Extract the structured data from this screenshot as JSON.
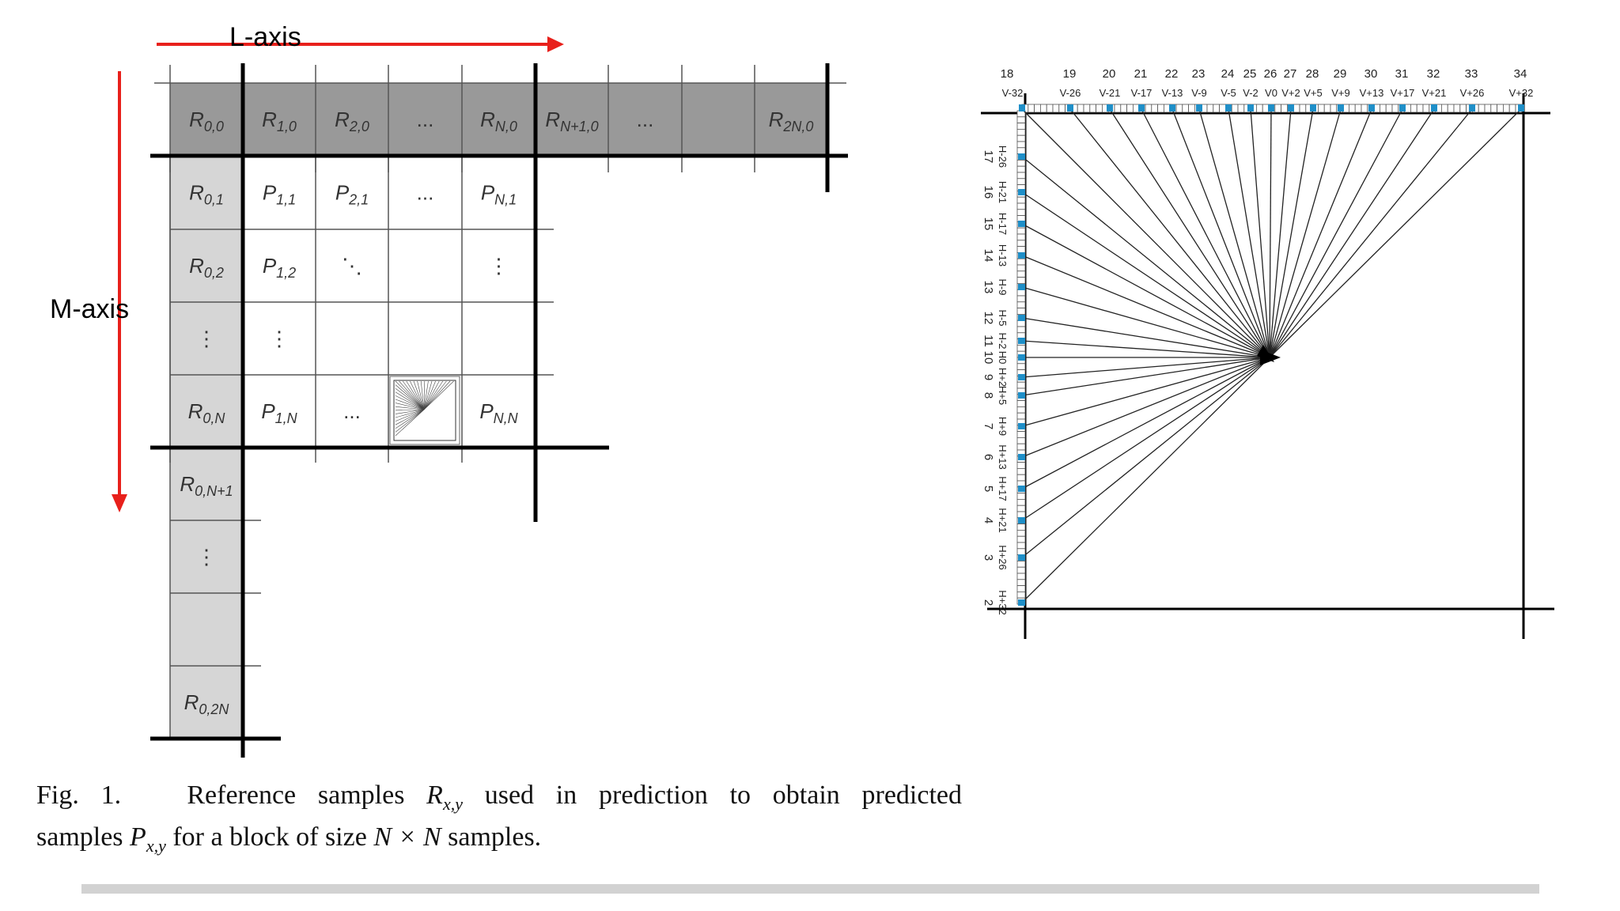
{
  "axes": {
    "l_axis_label": "L-axis",
    "m_axis_label": "M-axis",
    "arrow_color": "#e8201b"
  },
  "grid": {
    "header_row": [
      {
        "main": "R",
        "sub": "0,0"
      },
      {
        "main": "R",
        "sub": "1,0"
      },
      {
        "main": "R",
        "sub": "2,0"
      },
      {
        "main": "...",
        "sub": ""
      },
      {
        "main": "R",
        "sub": "N,0"
      },
      {
        "main": "R",
        "sub": "N+1,0"
      },
      {
        "main": "...",
        "sub": ""
      },
      {
        "main": "",
        "sub": ""
      },
      {
        "main": "R",
        "sub": "2N,0"
      }
    ],
    "left_col": [
      {
        "main": "R",
        "sub": "0,1"
      },
      {
        "main": "R",
        "sub": "0,2"
      },
      {
        "main": "⋮",
        "sub": ""
      },
      {
        "main": "R",
        "sub": "0,N"
      },
      {
        "main": "R",
        "sub": "0,N+1"
      },
      {
        "main": "⋮",
        "sub": ""
      },
      {
        "main": "",
        "sub": ""
      },
      {
        "main": "R",
        "sub": "0,2N"
      }
    ],
    "inner": [
      [
        {
          "main": "P",
          "sub": "1,1"
        },
        {
          "main": "P",
          "sub": "2,1"
        },
        {
          "main": "...",
          "sub": ""
        },
        {
          "main": "P",
          "sub": "N,1"
        }
      ],
      [
        {
          "main": "P",
          "sub": "1,2"
        },
        {
          "main": "⋱",
          "sub": ""
        },
        {
          "main": "",
          "sub": ""
        },
        {
          "main": "⋮",
          "sub": ""
        }
      ],
      [
        {
          "main": "⋮",
          "sub": ""
        },
        {
          "main": "",
          "sub": ""
        },
        {
          "main": "",
          "sub": ""
        },
        {
          "main": "",
          "sub": ""
        }
      ],
      [
        {
          "main": "P",
          "sub": "1,N"
        },
        {
          "main": "...",
          "sub": ""
        },
        {
          "main": "",
          "sub": ""
        },
        {
          "main": "P",
          "sub": "N,N"
        }
      ]
    ],
    "shade_color": "#999999",
    "light_shade_color": "#d6d6d6"
  },
  "modes": {
    "top": [
      {
        "num": "18",
        "label": "V-32"
      },
      {
        "num": "19",
        "label": "V-26"
      },
      {
        "num": "20",
        "label": "V-21"
      },
      {
        "num": "21",
        "label": "V-17"
      },
      {
        "num": "22",
        "label": "V-13"
      },
      {
        "num": "23",
        "label": "V-9"
      },
      {
        "num": "24",
        "label": "V-5"
      },
      {
        "num": "25",
        "label": "V-2"
      },
      {
        "num": "26",
        "label": "V0"
      },
      {
        "num": "27",
        "label": "V+2"
      },
      {
        "num": "28",
        "label": "V+5"
      },
      {
        "num": "29",
        "label": "V+9"
      },
      {
        "num": "30",
        "label": "V+13"
      },
      {
        "num": "31",
        "label": "V+17"
      },
      {
        "num": "32",
        "label": "V+21"
      },
      {
        "num": "33",
        "label": "V+26"
      },
      {
        "num": "34",
        "label": "V+32"
      }
    ],
    "left": [
      {
        "num": "17",
        "label": "H-26"
      },
      {
        "num": "16",
        "label": "H-21"
      },
      {
        "num": "15",
        "label": "H-17"
      },
      {
        "num": "14",
        "label": "H-13"
      },
      {
        "num": "13",
        "label": "H-9"
      },
      {
        "num": "12",
        "label": "H-5"
      },
      {
        "num": "11",
        "label": "H-2"
      },
      {
        "num": "10",
        "label": "H0"
      },
      {
        "num": "9",
        "label": "H+2"
      },
      {
        "num": "8",
        "label": "H+5"
      },
      {
        "num": "7",
        "label": "H+9"
      },
      {
        "num": "6",
        "label": "H+13"
      },
      {
        "num": "5",
        "label": "H+17"
      },
      {
        "num": "4",
        "label": "H+21"
      },
      {
        "num": "3",
        "label": "H+26"
      },
      {
        "num": "2",
        "label": "H+32"
      }
    ],
    "marker_color": "#1f8fc8"
  },
  "caption": {
    "fig": "Fig. 1.",
    "part1": "Reference samples",
    "rxy_main": "R",
    "rxy_sub": "x,y",
    "part2": "used in prediction to obtain predicted",
    "part3": "samples",
    "pxy_main": "P",
    "pxy_sub": "x,y",
    "part4": "for a block of size",
    "size": "N × N",
    "part5": "samples."
  }
}
